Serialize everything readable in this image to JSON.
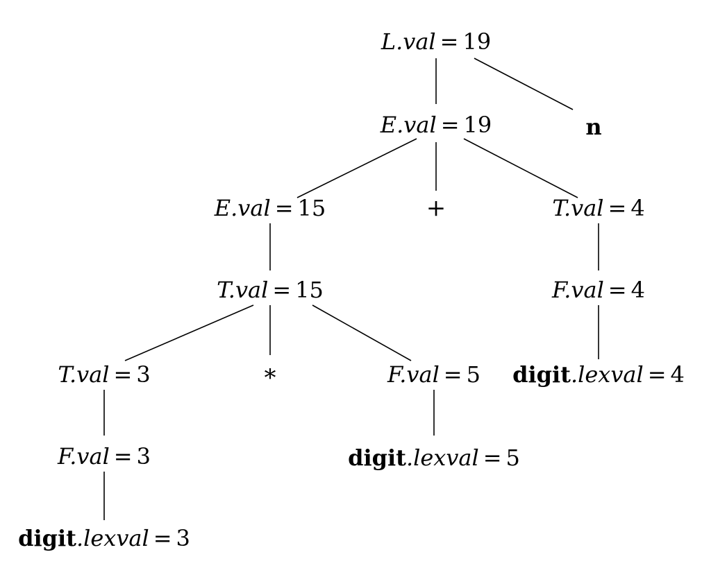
{
  "nodes": {
    "L_root": {
      "head": "L",
      "attr": "val",
      "value": "19"
    },
    "E_top": {
      "head": "E",
      "attr": "val",
      "value": "19"
    },
    "n_tok": {
      "label": "n"
    },
    "E_mid": {
      "head": "E",
      "attr": "val",
      "value": "15"
    },
    "plus_tok": {
      "label": "+"
    },
    "T_right": {
      "head": "T",
      "attr": "val",
      "value": "4"
    },
    "T_mid": {
      "head": "T",
      "attr": "val",
      "value": "15"
    },
    "F_right": {
      "head": "F",
      "attr": "val",
      "value": "4"
    },
    "T_left": {
      "head": "T",
      "attr": "val",
      "value": "3"
    },
    "star_tok": {
      "label": "*"
    },
    "F_mid": {
      "head": "F",
      "attr": "val",
      "value": "5"
    },
    "digit_right": {
      "head": "digit",
      "attr": "lexval",
      "value": "4"
    },
    "F_left": {
      "head": "F",
      "attr": "val",
      "value": "3"
    },
    "digit_mid": {
      "head": "digit",
      "attr": "lexval",
      "value": "5"
    },
    "digit_left": {
      "head": "digit",
      "attr": "lexval",
      "value": "3"
    }
  },
  "relation": "="
}
